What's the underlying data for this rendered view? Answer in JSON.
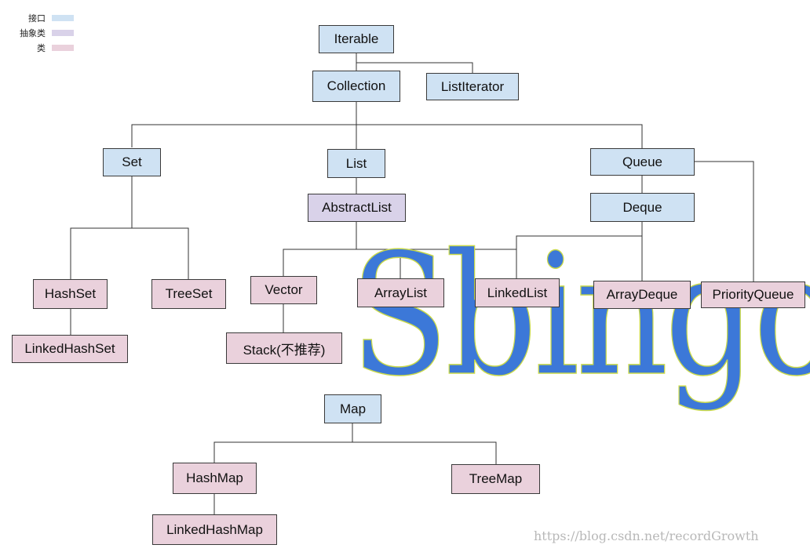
{
  "legend": {
    "interface_label": "接口",
    "abstract_label": "抽象类",
    "class_label": "类",
    "colors": {
      "interface": "#cfe2f3",
      "abstract": "#d9d2e9",
      "class": "#ead1dc"
    }
  },
  "nodes": {
    "iterable": "Iterable",
    "collection": "Collection",
    "list_iterator": "ListIterator",
    "set": "Set",
    "list": "List",
    "queue": "Queue",
    "abstract_list": "AbstractList",
    "deque": "Deque",
    "hash_set": "HashSet",
    "tree_set": "TreeSet",
    "linked_hash_set": "LinkedHashSet",
    "vector": "Vector",
    "stack": "Stack(不推荐)",
    "array_list": "ArrayList",
    "linked_list": "LinkedList",
    "array_deque": "ArrayDeque",
    "priority_queue": "PriorityQueue",
    "map": "Map",
    "hash_map": "HashMap",
    "tree_map": "TreeMap",
    "linked_hash_map": "LinkedHashMap"
  },
  "node_kinds": {
    "iterable": "interface",
    "collection": "interface",
    "list_iterator": "interface",
    "set": "interface",
    "list": "interface",
    "queue": "interface",
    "deque": "interface",
    "map": "interface",
    "abstract_list": "abstract",
    "hash_set": "class",
    "tree_set": "class",
    "linked_hash_set": "class",
    "vector": "class",
    "stack": "class",
    "array_list": "class",
    "linked_list": "class",
    "array_deque": "class",
    "priority_queue": "class",
    "hash_map": "class",
    "tree_map": "class",
    "linked_hash_map": "class"
  },
  "edges": [
    [
      "iterable",
      "collection"
    ],
    [
      "iterable",
      "list_iterator"
    ],
    [
      "collection",
      "set"
    ],
    [
      "collection",
      "list"
    ],
    [
      "collection",
      "queue"
    ],
    [
      "set",
      "hash_set"
    ],
    [
      "set",
      "tree_set"
    ],
    [
      "hash_set",
      "linked_hash_set"
    ],
    [
      "list",
      "abstract_list"
    ],
    [
      "abstract_list",
      "vector"
    ],
    [
      "abstract_list",
      "array_list"
    ],
    [
      "abstract_list",
      "linked_list"
    ],
    [
      "vector",
      "stack"
    ],
    [
      "queue",
      "deque"
    ],
    [
      "queue",
      "priority_queue"
    ],
    [
      "deque",
      "linked_list"
    ],
    [
      "deque",
      "array_deque"
    ],
    [
      "map",
      "hash_map"
    ],
    [
      "map",
      "tree_map"
    ],
    [
      "hash_map",
      "linked_hash_map"
    ]
  ],
  "watermark": "Sbingo",
  "credit": "https://blog.csdn.net/recordGrowth"
}
